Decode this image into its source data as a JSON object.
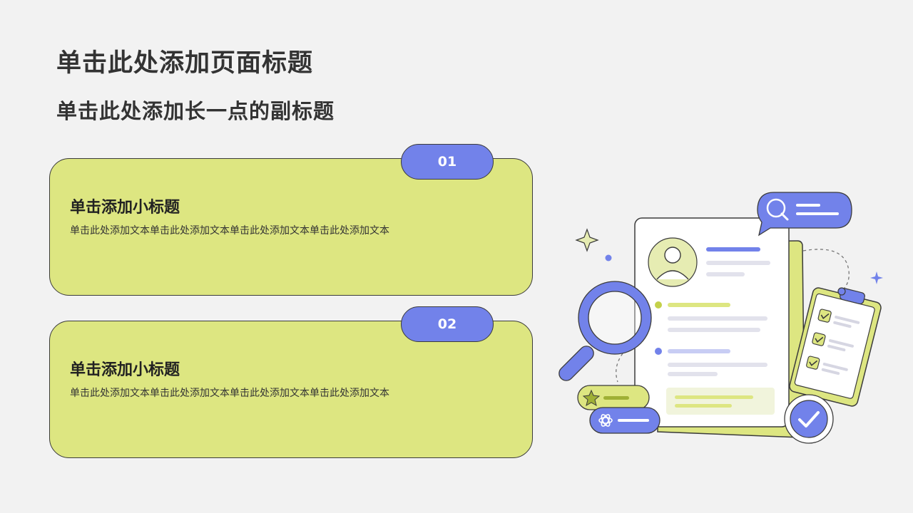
{
  "header": {
    "title": "单击此处添加页面标题",
    "subtitle": "单击此处添加长一点的副标题"
  },
  "cards": [
    {
      "badge": "01",
      "heading": "单击添加小标题",
      "body": "单击此处添加文本单击此处添加文本单击此处添加文本单击此处添加文本"
    },
    {
      "badge": "02",
      "heading": "单击添加小标题",
      "body": "单击此处添加文本单击此处添加文本单击此处添加文本单击此处添加文本"
    }
  ],
  "colors": {
    "accent_blue": "#7282ea",
    "accent_lime": "#dde681",
    "background": "#f2f2f2"
  },
  "illustration": {
    "icons": [
      "profile-document-icon",
      "magnifier-icon",
      "clipboard-checklist-icon",
      "check-badge-icon",
      "star-tag-icon",
      "atom-tag-icon",
      "search-bubble-icon",
      "sparkle-icon"
    ]
  }
}
